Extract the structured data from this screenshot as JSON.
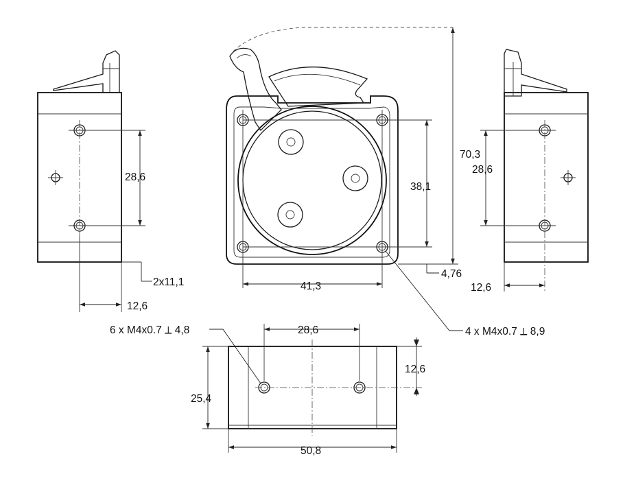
{
  "dimensions": {
    "height_total": "70,3",
    "front_hole_vertical": "38,1",
    "front_hole_horizontal": "41,3",
    "front_offset": "4,76",
    "left_hole_vertical": "28,6",
    "left_offset": "2x11,1",
    "left_width": "12,6",
    "right_hole_vertical": "28,6",
    "right_width": "12,6",
    "bottom_hole_spacing": "28,6",
    "bottom_height": "25,4",
    "bottom_right_height": "12,6",
    "bottom_width": "50,8"
  },
  "callouts": {
    "bottom_threads": "6 x M4x0.7 ⟂ 4,8",
    "front_threads": "4 x M4x0.7 ⟂ 8,9"
  }
}
